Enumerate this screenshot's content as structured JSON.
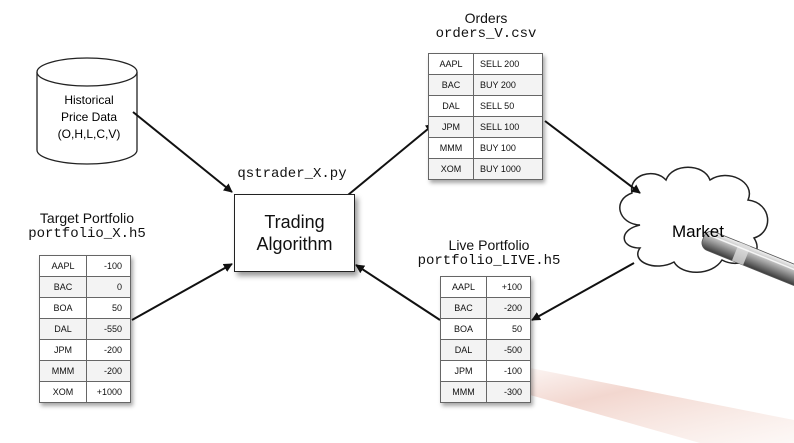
{
  "historical": {
    "text": "Historical\nPrice Data\n(O,H,L,C,V)"
  },
  "target": {
    "title": "Target Portfolio",
    "file": "portfolio_X.h5",
    "rows": [
      {
        "sym": "AAPL",
        "val": "-100"
      },
      {
        "sym": "BAC",
        "val": "0"
      },
      {
        "sym": "BOA",
        "val": "50"
      },
      {
        "sym": "DAL",
        "val": "-550"
      },
      {
        "sym": "JPM",
        "val": "-200"
      },
      {
        "sym": "MMM",
        "val": "-200"
      },
      {
        "sym": "XOM",
        "val": "+1000"
      }
    ]
  },
  "algorithm": {
    "file": "qstrader_X.py",
    "label": "Trading\nAlgorithm"
  },
  "orders": {
    "title": "Orders",
    "file": "orders_V.csv",
    "rows": [
      {
        "sym": "AAPL",
        "order": "SELL 200"
      },
      {
        "sym": "BAC",
        "order": "BUY 200"
      },
      {
        "sym": "DAL",
        "order": "SELL 50"
      },
      {
        "sym": "JPM",
        "order": "SELL 100"
      },
      {
        "sym": "MMM",
        "order": "BUY 100"
      },
      {
        "sym": "XOM",
        "order": "BUY 1000"
      }
    ]
  },
  "market": {
    "label": "Market"
  },
  "live": {
    "title": "Live Portfolio",
    "file": "portfolio_LIVE.h5",
    "rows": [
      {
        "sym": "AAPL",
        "val": "+100"
      },
      {
        "sym": "BAC",
        "val": "-200"
      },
      {
        "sym": "BOA",
        "val": "50"
      },
      {
        "sym": "DAL",
        "val": "-500"
      },
      {
        "sym": "JPM",
        "val": "-100"
      },
      {
        "sym": "MMM",
        "val": "-300"
      }
    ]
  }
}
